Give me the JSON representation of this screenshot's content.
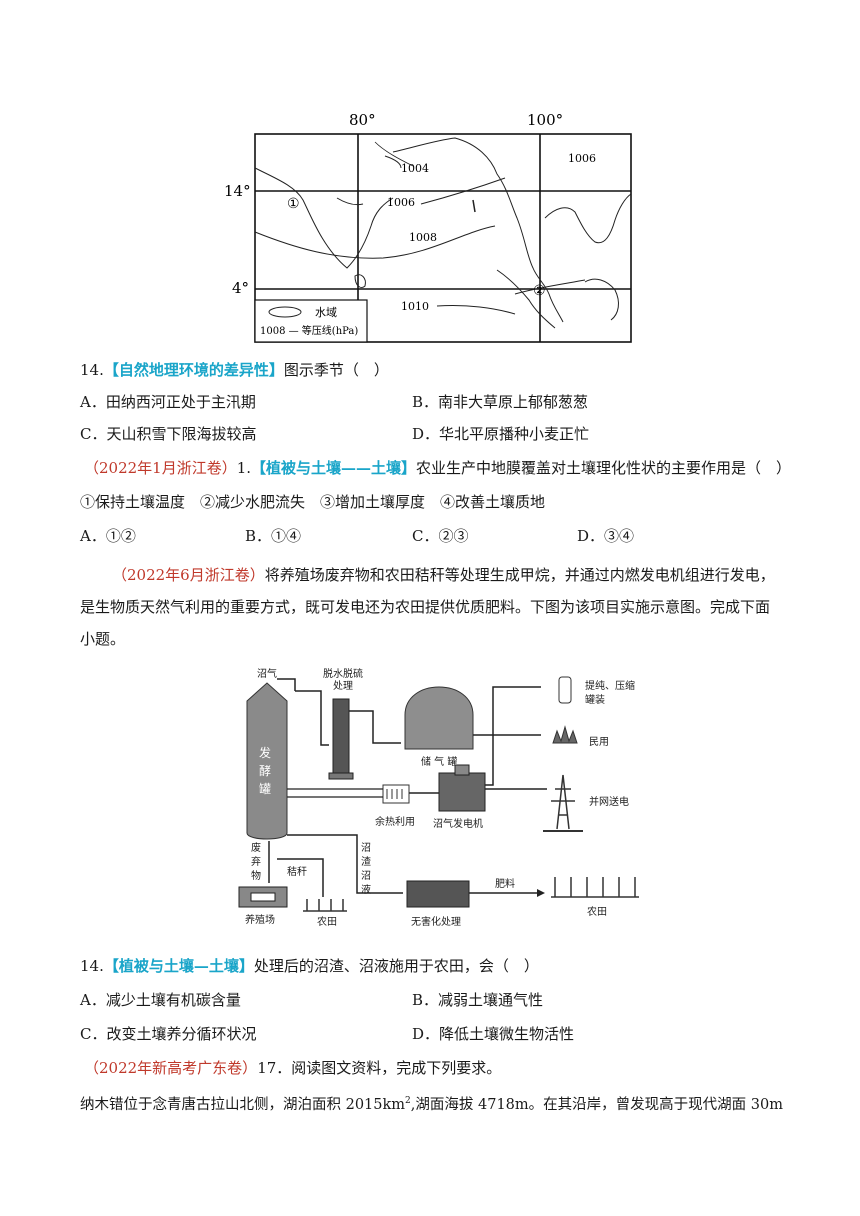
{
  "map": {
    "lon_80": "80°",
    "lon_100": "100°",
    "lat_14": "14°",
    "lat_4": "4°",
    "isobar_1004": "1004",
    "isobar_1006a": "1006",
    "isobar_1006b": "1006",
    "isobar_1008": "1008",
    "isobar_1010": "1010",
    "mark1": "①",
    "mark2": "②",
    "legend_water": "水域",
    "legend_isobar": "1008 — 等压线(hPa)"
  },
  "q14a": {
    "num": "14.",
    "tag": "【自然地理环境的差异性】",
    "stem": "图示季节（　）",
    "A": "A．田纳西河正处于主汛期",
    "B": "B．南非大草原上郁郁葱葱",
    "C": "C．天山积雪下限海拔较高",
    "D": "D．华北平原播种小麦正忙"
  },
  "q1": {
    "source": "（2022年1月浙江卷）",
    "num": "1.",
    "tag": "【植被与土壤——土壤】",
    "stem": "农业生产中地膜覆盖对土壤理化性状的主要作用是（　）",
    "items": "①保持土壤温度　②减少水肥流失　③增加土壤厚度　④改善土壤质地",
    "A": "A．①②",
    "B": "B．①④",
    "C": "C．②③",
    "D": "D．③④"
  },
  "passage": {
    "source": "（2022年6月浙江卷）",
    "line1": "将养殖场废弃物和农田秸秆等处理生成甲烷，并通过内燃发电机组进行发电，",
    "line2": "是生物质天然气利用的重要方式，既可发电还为农田提供优质肥料。下图为该项目实施示意图。完成下面",
    "line3": "小题。"
  },
  "diagram": {
    "biogas": "沼气",
    "dewater1": "脱水脱硫",
    "dewater2": "处理",
    "tank_ch1": "发",
    "tank_ch2": "酵",
    "tank_ch3": "罐",
    "storage": "储 气 罐",
    "purify1": "提纯、压缩",
    "purify2": "罐装",
    "civil": "民用",
    "heat": "余热利用",
    "generator": "沼气发电机",
    "grid": "并网送电",
    "waste1": "废",
    "waste2": "弃",
    "waste3": "物",
    "straw": "秸秆",
    "residue1": "沼",
    "residue2": "渣",
    "residue3": "沼",
    "residue4": "液",
    "farm": "养殖场",
    "field1": "农田",
    "harmless": "无害化处理",
    "fertilizer": "肥料",
    "field2": "农田"
  },
  "q14b": {
    "num": "14.",
    "tag": "【植被与土壤—土壤】",
    "stem": "处理后的沼渣、沼液施用于农田，会（　）",
    "A": "A．减少土壤有机碳含量",
    "B": "B．减弱土壤通气性",
    "C": "C．改变土壤养分循环状况",
    "D": "D．降低土壤微生物活性"
  },
  "q17": {
    "source": "（2022年新高考广东卷）",
    "stem": "17．阅读图文资料，完成下列要求。",
    "text_a": "纳木错位于念青唐古拉山北侧，湖泊面积 2015km",
    "sup": "2",
    "text_b": ",湖面海拔 4718m。在其沿岸，曾发现高于现代湖面 30m"
  }
}
